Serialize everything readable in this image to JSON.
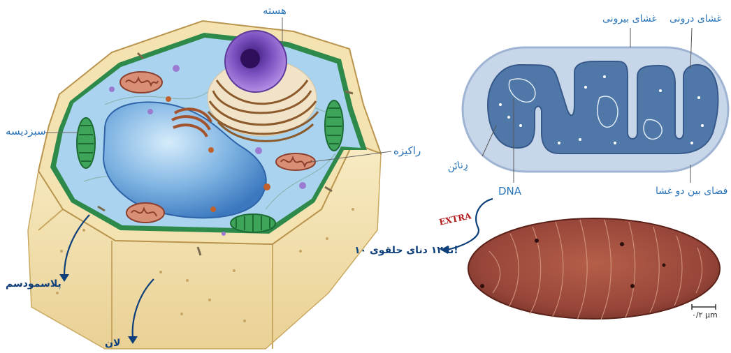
{
  "cell": {
    "nucleus": "هسته",
    "chloroplast": "سبزدیسه",
    "mitochondrion": "راکیزه",
    "plasmodesma": "پلاسمودسم",
    "middle_lamella": "لان"
  },
  "mito": {
    "inner_membrane": "غشای درونی",
    "outer_membrane": "غشای بیرونی",
    "ribosome": "رِناتَن",
    "dna": "DNA",
    "intermembrane_space": "فضای بین دو غشا",
    "extra": "EXTRA",
    "dna_note": "۱۰ تا ۱۲ دنای حلقوی!",
    "scale": "۰/۲ µm"
  },
  "colors": {
    "cytoplasm": "#a9d3ee",
    "wall": "#f1deaa",
    "vacuole": "#4f8fd0",
    "mito_matrix": "#4f78a8",
    "mito_outer": "#c8d6ea",
    "label_blue": "#2a74b8",
    "label_navy": "#0d3f7a",
    "extra_red": "#b31b1b"
  }
}
